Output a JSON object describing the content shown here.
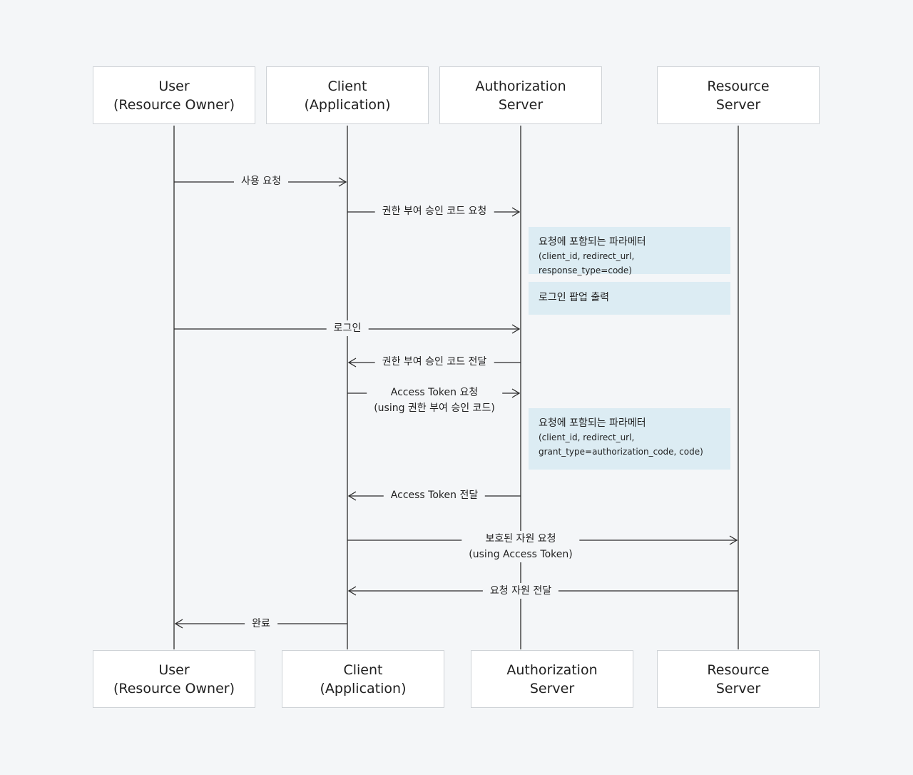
{
  "actors": {
    "user": {
      "line1": "User",
      "line2": "(Resource Owner)"
    },
    "client": {
      "line1": "Client",
      "line2": "(Application)"
    },
    "auth": {
      "line1": "Authorization",
      "line2": "Server"
    },
    "resource": {
      "line1": "Resource",
      "line2": "Server"
    }
  },
  "messages": {
    "m1": "사용 요청",
    "m2": "권한 부여 승인 코드 요청",
    "m3": "로그인",
    "m4": "권한 부여 승인 코드 전달",
    "m5_line1": "Access Token 요청",
    "m5_line2": "(using 권한 부여 승인 코드)",
    "m6": "Access Token 전달",
    "m7_line1": "보호된 자원 요청",
    "m7_line2": "(using Access Token)",
    "m8": "요청 자원 전달",
    "m9": "완료"
  },
  "notes": {
    "note1_title": "요청에 포함되는 파라메터",
    "note1_params": "(client_id, redirect_url, response_type=code)",
    "note2_title": "로그인 팝업 출력",
    "note3_title": "요청에 포함되는 파라메터",
    "note3_params_line1": "(client_id, redirect_url,",
    "note3_params_line2": "grant_type=authorization_code, code)"
  },
  "colors": {
    "background": "#f4f6f8",
    "box_border": "#cfd3d7",
    "note_fill": "#dcecf3",
    "line": "#2b2b2b"
  }
}
